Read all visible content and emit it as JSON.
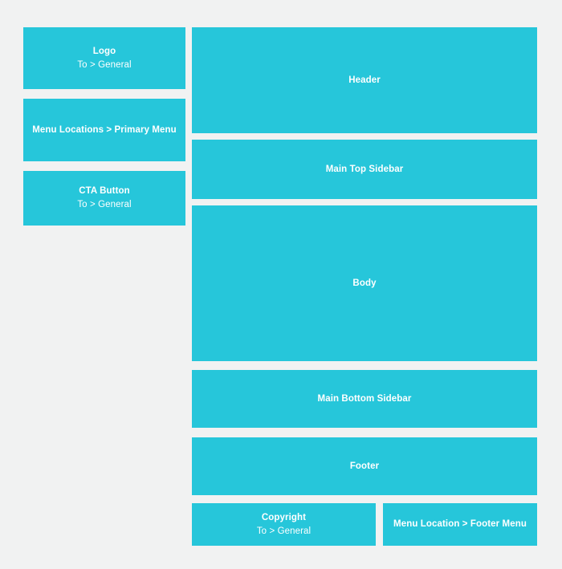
{
  "theme": {
    "block_color": "#26c6da",
    "background_color": "#f1f2f2",
    "text_color": "#ffffff"
  },
  "left_column": {
    "blocks": [
      {
        "name": "logo",
        "title": "Logo",
        "subtitle": "To > General"
      },
      {
        "name": "primary-menu",
        "title": "Menu Locations > Primary Menu",
        "subtitle": ""
      },
      {
        "name": "cta-button",
        "title": "CTA Button",
        "subtitle": "To > General"
      }
    ]
  },
  "right_column": {
    "blocks": [
      {
        "name": "header",
        "title": "Header",
        "subtitle": ""
      },
      {
        "name": "main-top-sidebar",
        "title": "Main Top Sidebar",
        "subtitle": ""
      },
      {
        "name": "body",
        "title": "Body",
        "subtitle": ""
      },
      {
        "name": "main-bottom-sidebar",
        "title": "Main Bottom Sidebar",
        "subtitle": ""
      },
      {
        "name": "footer",
        "title": "Footer",
        "subtitle": ""
      },
      {
        "name": "copyright",
        "title": "Copyright",
        "subtitle": "To > General"
      },
      {
        "name": "footer-menu",
        "title": "Menu Location > Footer Menu",
        "subtitle": ""
      }
    ]
  }
}
